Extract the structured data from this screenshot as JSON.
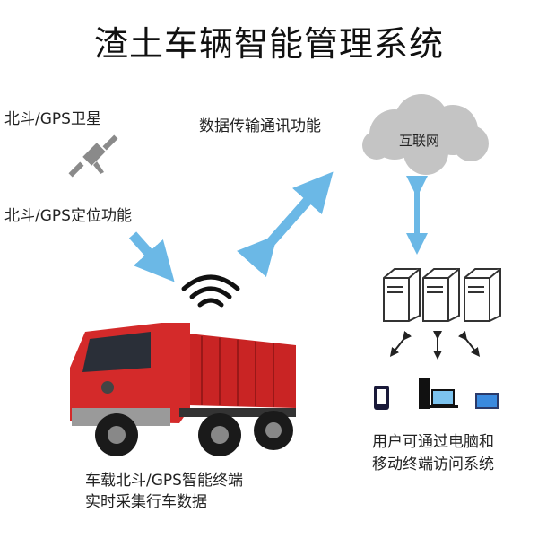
{
  "title": "渣土车辆智能管理系统",
  "labels": {
    "satellite": "北斗/GPS卫星",
    "positioning": "北斗/GPS定位功能",
    "data_transfer": "数据传输通讯功能",
    "internet": "互联网",
    "truck_line1": "车载北斗/GPS智能终端",
    "truck_line2": "实时采集行车数据",
    "access_line1": "用户可通过电脑和",
    "access_line2": "移动终端访问系统"
  },
  "colors": {
    "arrow": "#6bb8e6",
    "cloud": "#c4c4c4",
    "truck": "#d42a2a"
  }
}
